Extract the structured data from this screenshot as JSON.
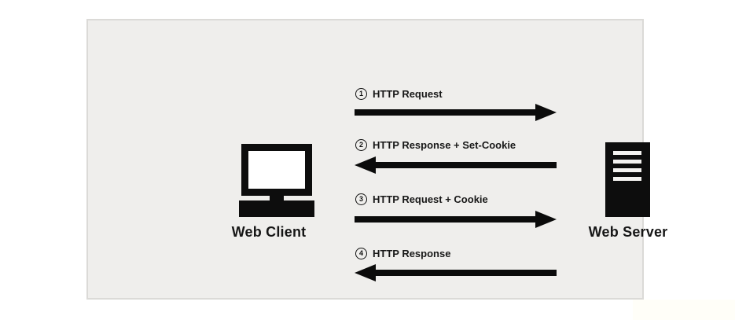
{
  "diagram": {
    "type": "sequence-diagram",
    "client": {
      "label": "Web Client",
      "icon": "monitor-icon"
    },
    "server": {
      "label": "Web Server",
      "icon": "server-tower-icon"
    },
    "messages": [
      {
        "num": "1",
        "label": "HTTP Request",
        "direction": "right"
      },
      {
        "num": "2",
        "label": "HTTP Response + Set-Cookie",
        "direction": "left"
      },
      {
        "num": "3",
        "label": "HTTP Request + Cookie",
        "direction": "right"
      },
      {
        "num": "4",
        "label": "HTTP Response",
        "direction": "left"
      }
    ],
    "colors": {
      "panel_bg": "#efeeec",
      "panel_border": "#dbdad7",
      "ink": "#0d0d0d",
      "page_bg": "#ffffff"
    }
  }
}
